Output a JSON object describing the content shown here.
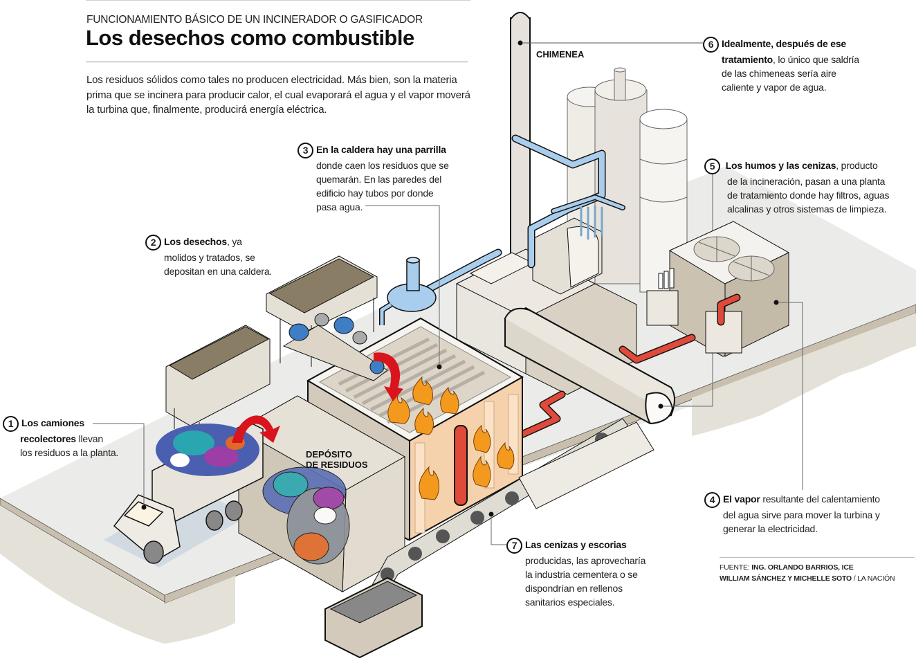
{
  "header": {
    "kicker": "FUNCIONAMIENTO BÁSICO DE UN INCINERADOR O GASIFICADOR",
    "title": "Los desechos como combustible",
    "intro": "Los residuos sólidos como tales no producen electricidad. Más bien, son la materia prima que se incinera para producir calor, el cual evaporará el agua y el vapor moverá la turbina que, finalmente, producirá energía eléctrica."
  },
  "labels": {
    "chimney": "CHIMENEA",
    "deposit_line1": "DEPÓSITO",
    "deposit_line2": "DE RESIDUOS"
  },
  "callouts": [
    {
      "number": "1",
      "bold": "Los camiones recolectores",
      "bold_line1": "Los camiones",
      "bold_line2": "recolectores",
      "text": " llevan",
      "text2": "los residuos a la planta."
    },
    {
      "number": "2",
      "bold": "Los desechos",
      "text": ", ya",
      "text2": "molidos y tratados, se",
      "text3": "depositan en una caldera."
    },
    {
      "number": "3",
      "bold": "En la caldera hay una parrilla",
      "text": "donde caen los residuos que se",
      "text2": "quemarán. En las paredes del",
      "text3": "edificio hay tubos por donde",
      "text4": "pasa agua."
    },
    {
      "number": "4",
      "bold": "El vapor",
      "text": " resultante del calentamiento",
      "text2": "del agua sirve para mover la turbina y",
      "text3": "generar la electricidad."
    },
    {
      "number": "5",
      "bold": "Los humos y las cenizas",
      "text": ", producto",
      "text2": "de la incineración, pasan a una planta",
      "text3": "de tratamiento donde hay filtros, aguas",
      "text4": "alcalinas y otros sistemas de limpieza."
    },
    {
      "number": "6",
      "bold": "Idealmente, después de ese",
      "bold2": "tratamiento",
      "text": ", lo único que saldría",
      "text2": "de las chimeneas sería aire",
      "text3": "caliente y vapor de agua."
    },
    {
      "number": "7",
      "bold": "Las cenizas y escorias",
      "text": "producidas, las aprovecharía",
      "text2": "la industria cementera o se",
      "text3": "dispondrían en rellenos",
      "text4": "sanitarios especiales."
    }
  ],
  "source": {
    "prefix": "FUENTE: ",
    "line1_bold": "ING. ORLANDO BARRIOS, ICE",
    "line2_bold": "WILLIAM SÁNCHEZ Y MICHELLE SOTO",
    "line2_suffix": " / LA NACIÓN"
  },
  "colors": {
    "steam_pipe": "#a9cdec",
    "hot_pipe": "#e04a3a",
    "flame": "#f39a1e",
    "arrow_red": "#d9141c",
    "concrete": "#e6e5df",
    "wall_tan": "#cfc7b7",
    "boiler_wall": "#f5d2ab"
  }
}
